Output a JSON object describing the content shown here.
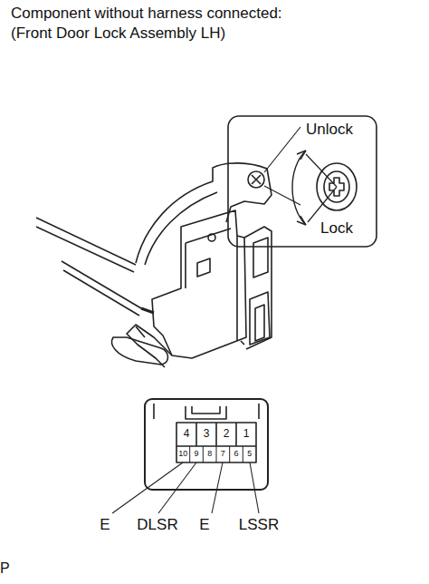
{
  "diagram": {
    "title": "Component without harness connected:",
    "nodes": [
      {
        "text": [
          "Unlock",
          "Lock"
        ]
      }
    ],
    "labels": [
      "(Front Door Lock Assembly LH)",
      "4",
      "3",
      "2",
      "1",
      "10",
      "9",
      "8",
      "7",
      "6",
      "5",
      "E",
      "DLSR",
      "E",
      "LSSR",
      "P"
    ]
  }
}
